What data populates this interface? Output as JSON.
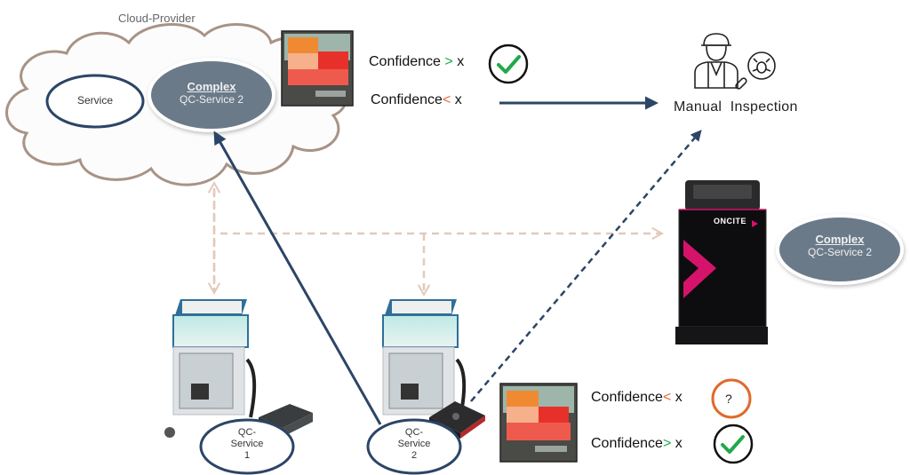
{
  "cloud": {
    "title": "Cloud-Provider",
    "service_label": "Service",
    "complex_title": "Complex",
    "complex_subtitle": "QC-Service 2"
  },
  "top_result": {
    "confidence_high": {
      "label": "Confidence",
      "operator": ">",
      "threshold": "x",
      "icon": "check-circle-icon"
    },
    "confidence_low": {
      "label": "Confidence",
      "operator": "<",
      "threshold": "x"
    }
  },
  "manual_inspection": {
    "label": "Manual  Inspection",
    "icon": "inspector-with-bug-magnifier-icon"
  },
  "edge_server": {
    "brand": "ONCITE",
    "complex_title": "Complex",
    "complex_subtitle": "QC-Service 2"
  },
  "stations": [
    {
      "label_line1": "QC-",
      "label_line2": "Service",
      "label_line3": "1"
    },
    {
      "label_line1": "QC-",
      "label_line2": "Service",
      "label_line3": "2"
    }
  ],
  "bottom_result": {
    "confidence_low": {
      "label": "Confidence",
      "operator": "<",
      "threshold": "x",
      "icon": "question-circle-icon",
      "icon_text": "?"
    },
    "confidence_high": {
      "label": "Confidence",
      "operator": ">",
      "threshold": "x",
      "icon": "check-circle-icon"
    }
  },
  "colors": {
    "navy": "#2b4566",
    "complex_fill": "#6b7a89",
    "dashed_peach": "#e2c9bc",
    "cloud_stroke": "#a89386",
    "check_green": "#1faa4a",
    "question_orange": "#e06a2c",
    "brand_magenta": "#d6136b"
  }
}
